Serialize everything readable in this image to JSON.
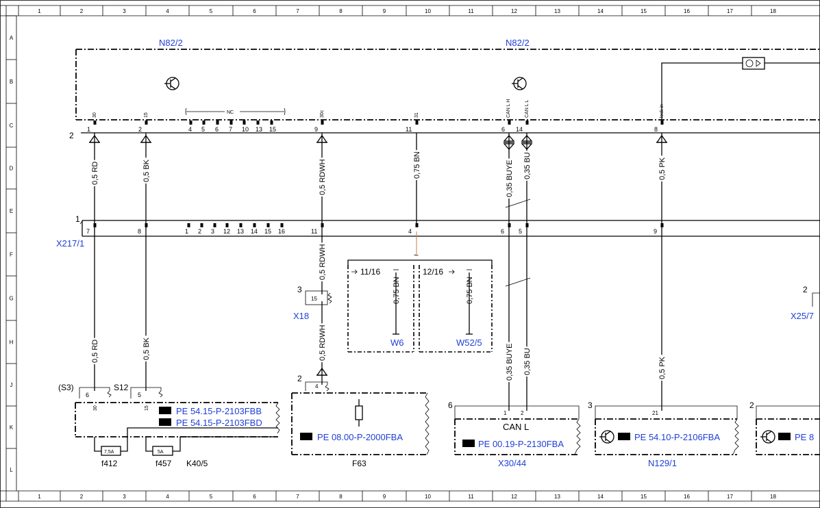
{
  "grid": {
    "columns": [
      "1",
      "2",
      "3",
      "4",
      "5",
      "6",
      "7",
      "8",
      "9",
      "10",
      "11",
      "12",
      "13",
      "14",
      "15",
      "16",
      "17",
      "18"
    ],
    "rows": [
      "A",
      "B",
      "C",
      "D",
      "E",
      "F",
      "G",
      "H",
      "J",
      "K",
      "L"
    ]
  },
  "components": {
    "n82_left": "N82/2",
    "n82_right": "N82/2",
    "x217": "X217/1",
    "x18": "X18",
    "w6": "W6",
    "w52": "W52/5",
    "f412": "f412",
    "f457": "f457",
    "k40": "K40/5",
    "f63": "F63",
    "x30": "X30/44",
    "n129": "N129/1",
    "x25": "X25/7"
  },
  "connector_labels": {
    "top_pin_30": "30",
    "top_pin_15": "15",
    "top_pin_30c": "30c",
    "top_pin_31": "31",
    "top_pin_canlh": "CAN L H",
    "top_pin_canll": "CAN L L",
    "top_pin_lockin": "lock in",
    "nc": "NC",
    "conn2": "2",
    "conn1": "1"
  },
  "top_pins": {
    "p1": "1",
    "p2": "2",
    "p4": "4",
    "p5": "5",
    "p6": "6",
    "p7": "7",
    "p10": "10",
    "p13": "13",
    "p15": "15",
    "p9": "9",
    "p11": "11",
    "p6b": "6",
    "p14": "14",
    "p8": "8"
  },
  "mid_pins": {
    "p7": "7",
    "p8": "8",
    "p1": "1",
    "p2": "2",
    "p3": "3",
    "p12": "12",
    "p13": "13",
    "p14": "14",
    "p15": "15",
    "p16": "16",
    "p11": "11",
    "p4": "4",
    "p6": "6",
    "p5": "5",
    "p9": "9"
  },
  "wires": {
    "w1": "0,5 RD",
    "w2": "0,5 BK",
    "w3": "0,5 RDWH",
    "w4": "0,75 BN",
    "w5": "0,35 BUYE",
    "w6": "0,35 BU",
    "w7": "0,5 PK",
    "w1b": "0,5 RD",
    "w2b": "0,5 BK",
    "w3b": "0,5 RDWH",
    "w3c": "0,5 RDWH",
    "w5b": "0,35 BUYE",
    "w6b": "0,35 BU",
    "w7b": "0,5 PK",
    "bn1": "0,75 BN",
    "bn2": "0,75 BN"
  },
  "branches": {
    "b1": "11/16",
    "b2": "12/16",
    "tilde": "~"
  },
  "misc": {
    "s3": "(S3)",
    "s12": "S12",
    "s3pin": "6",
    "s12pin": "5",
    "k30": "30",
    "k15": "15",
    "fuse1": "7,5A",
    "fuse2": "5A",
    "x18num": "3",
    "x18pin": "15",
    "f63num": "2",
    "f63pin": "4",
    "can_l": "CAN L",
    "x30num": "6",
    "x30p1": "1",
    "x30p2": "2",
    "n129num": "3",
    "n129pin": "21",
    "rnum": "2",
    "x25num": "2"
  },
  "references": {
    "r1": "PE 54.15-P-2103FBB",
    "r2": "PE 54.15-P-2103FBD",
    "r3": "PE 08.00-P-2000FBA",
    "r4": "PE 00.19-P-2130FBA",
    "r5": "PE 54.10-P-2106FBA",
    "r6": "PE 8"
  }
}
